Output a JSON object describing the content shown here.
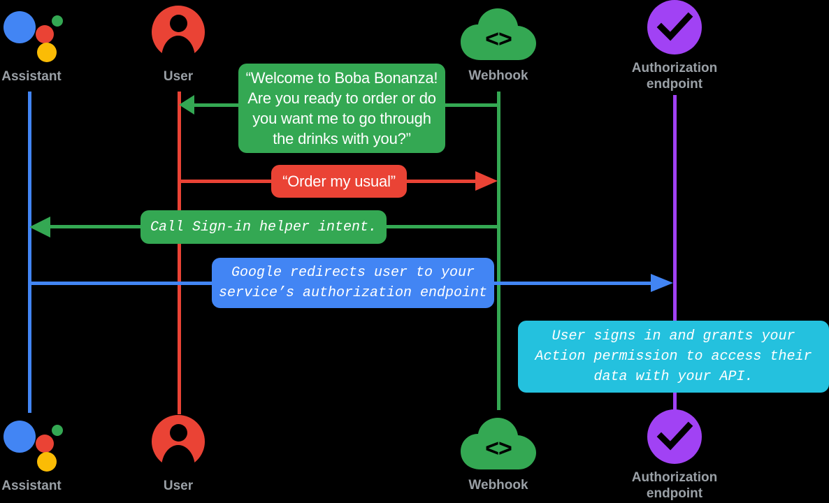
{
  "diagram": {
    "title": "Account linking sequence diagram",
    "background": "#000000",
    "colors": {
      "assistant_blue": "#4285f4",
      "user_red": "#ea4335",
      "webhook_green": "#34a853",
      "auth_purple": "#a142f4",
      "info_cyan": "#24c1de",
      "label_gray": "#9aa0a6",
      "text_white": "#ffffff"
    }
  },
  "actors_top": [
    {
      "name": "assistant",
      "label": "Assistant",
      "icon": "google-assistant-icon",
      "color": "#4285f4"
    },
    {
      "name": "user",
      "label": "User",
      "icon": "user-avatar-icon",
      "color": "#ea4335"
    },
    {
      "name": "webhook",
      "label": "Webhook",
      "icon": "cloud-code-icon",
      "color": "#34a853"
    },
    {
      "name": "authorization-endpoint",
      "label": "Authorization\nendpoint",
      "icon": "purple-check-circle-icon",
      "color": "#a142f4"
    }
  ],
  "actors_bottom": [
    {
      "name": "assistant",
      "label": "Assistant",
      "icon": "google-assistant-icon",
      "color": "#4285f4"
    },
    {
      "name": "user",
      "label": "User",
      "icon": "user-avatar-icon",
      "color": "#ea4335"
    },
    {
      "name": "webhook",
      "label": "Webhook",
      "icon": "cloud-code-icon",
      "color": "#34a853"
    },
    {
      "name": "authorization-endpoint",
      "label": "Authorization\nendpoint",
      "icon": "purple-check-circle-icon",
      "color": "#a142f4"
    }
  ],
  "messages": [
    {
      "name": "welcome-prompt",
      "text": "“Welcome to Boba Bonanza!\nAre you ready to order or do\nyou want me to go through\nthe drinks with you?”",
      "style": "sans",
      "color": "#34a853",
      "from": "webhook",
      "to": "user",
      "direction": "left"
    },
    {
      "name": "order-my-usual",
      "text": "“Order my usual”",
      "style": "sans",
      "color": "#ea4335",
      "from": "user",
      "to": "webhook",
      "direction": "right"
    },
    {
      "name": "call-signin-helper-intent",
      "text": "Call Sign-in helper intent.",
      "style": "mono",
      "color": "#34a853",
      "from": "webhook",
      "to": "assistant",
      "direction": "left"
    },
    {
      "name": "google-redirects-user",
      "text": "Google redirects user to your\nservice’s authorization endpoint",
      "style": "mono",
      "color": "#4285f4",
      "from": "assistant",
      "to": "authorization-endpoint",
      "direction": "right"
    },
    {
      "name": "user-signs-in-grants-permission",
      "text": "User signs in and grants your\nAction permission to access their\ndata with your API.",
      "style": "mono",
      "color": "#24c1de",
      "from": "user",
      "to": "authorization-endpoint",
      "direction": "none"
    }
  ],
  "webhook_icon_glyph": "<>"
}
